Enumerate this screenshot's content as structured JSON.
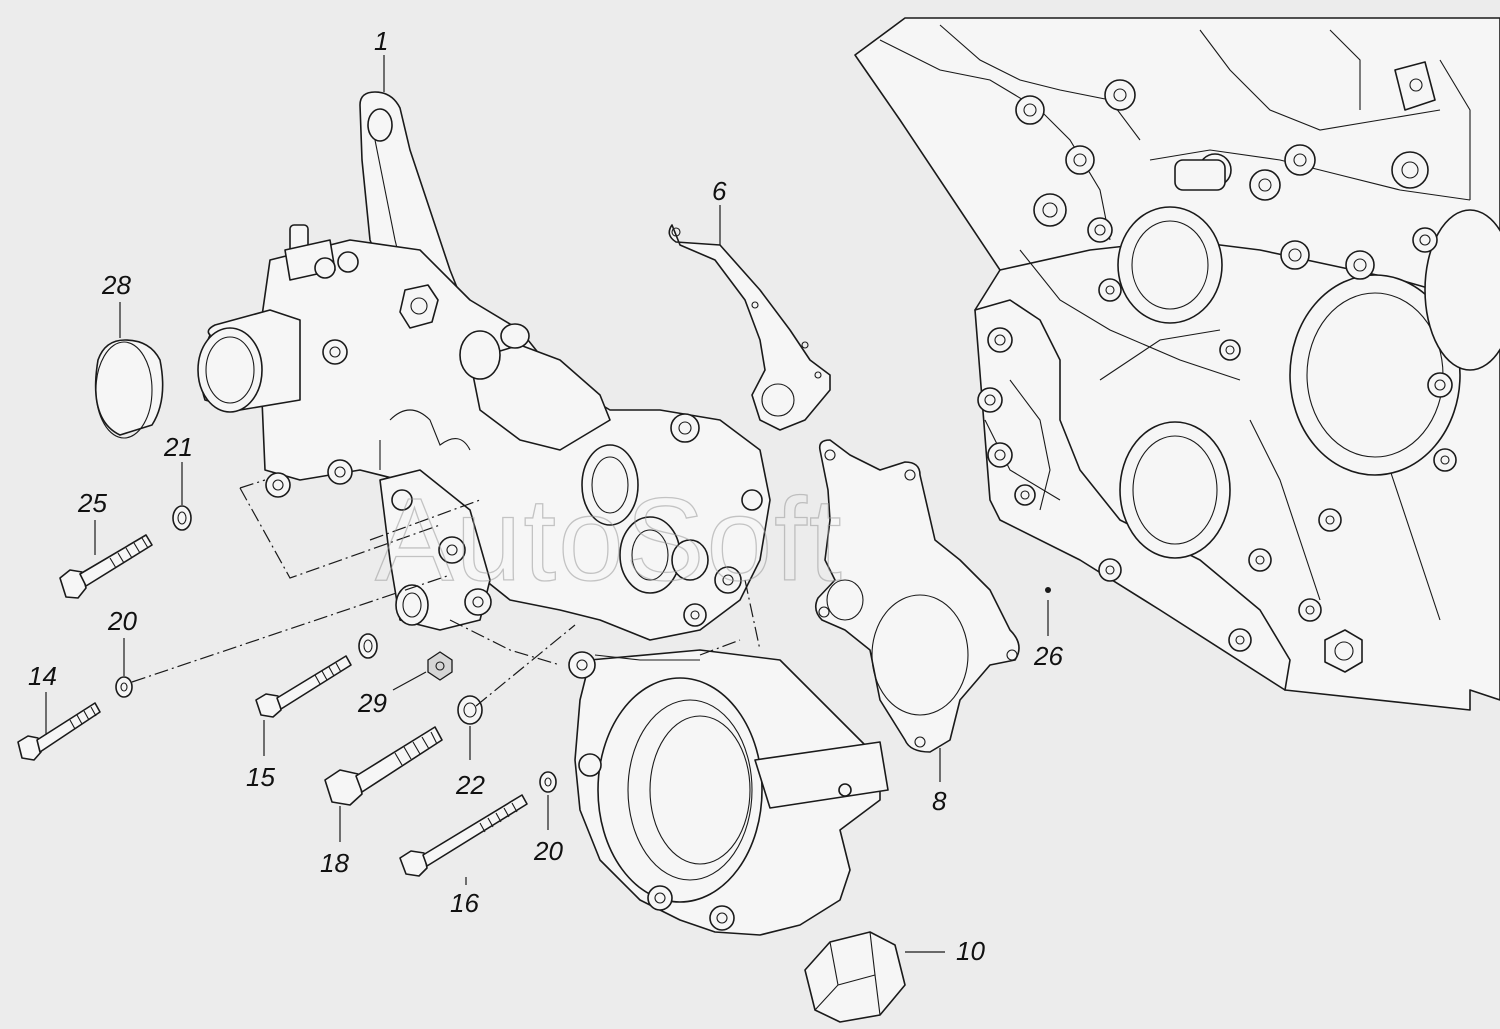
{
  "watermark": "AutoSoft",
  "callouts": {
    "c1": "1",
    "c6": "6",
    "c28": "28",
    "c21": "21",
    "c25": "25",
    "c20a": "20",
    "c14": "14",
    "c15": "15",
    "c29": "29",
    "c22": "22",
    "c18": "18",
    "c20b": "20",
    "c16": "16",
    "c8": "8",
    "c26": "26",
    "c10": "10"
  },
  "colors": {
    "line": "#1a1a1a",
    "paper": "#ececec",
    "watermark": "#9a9a9a"
  }
}
